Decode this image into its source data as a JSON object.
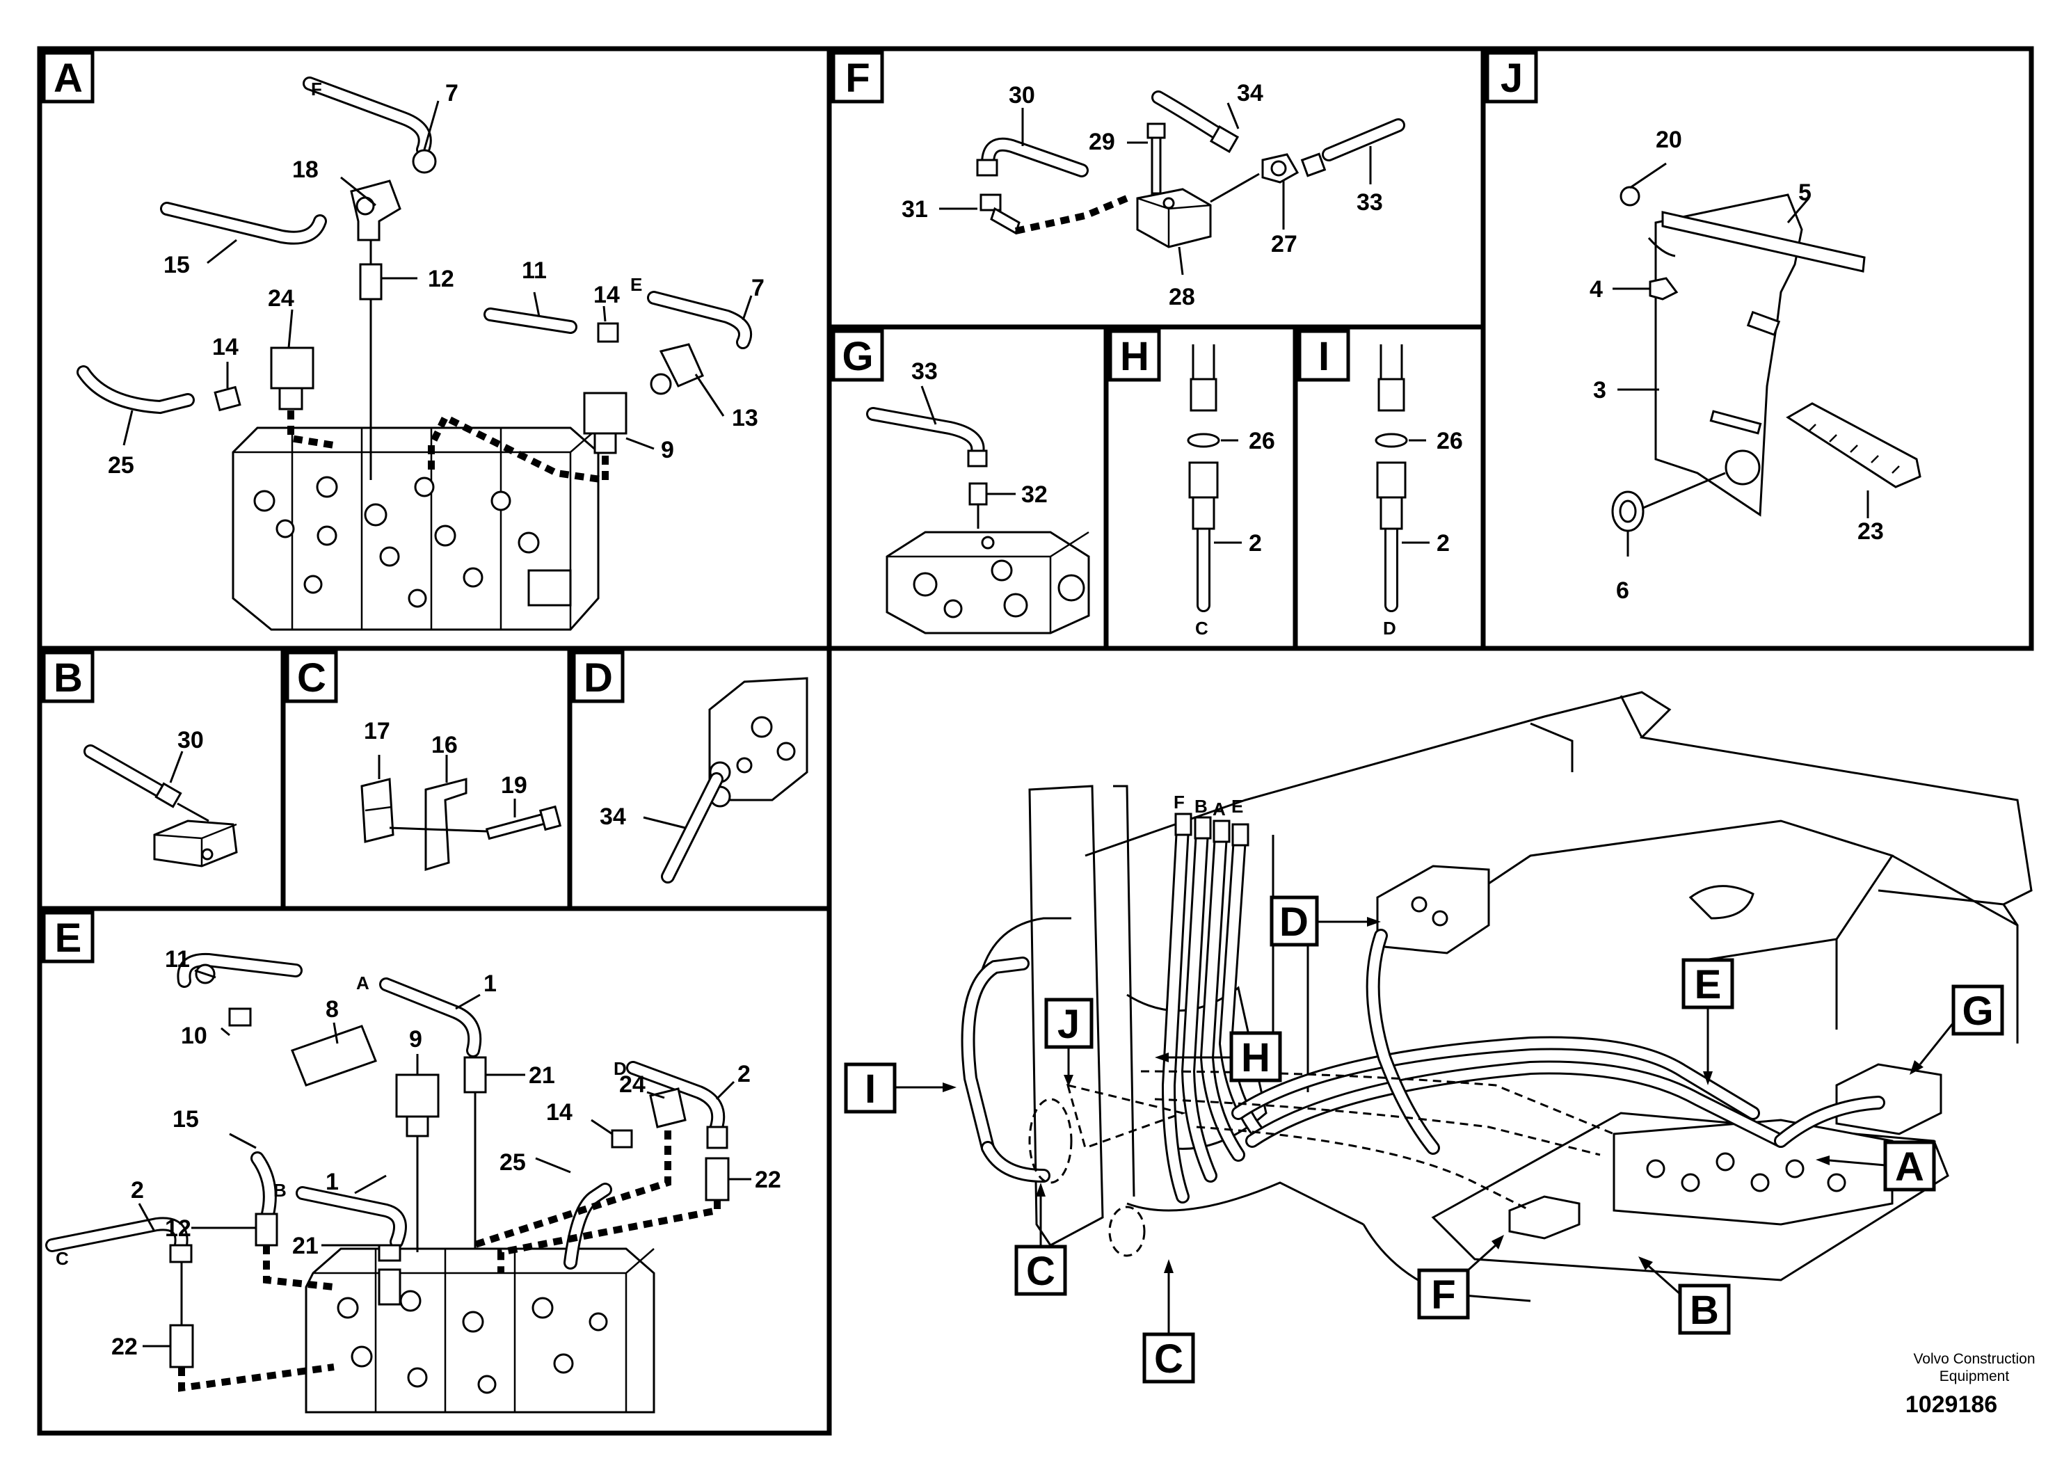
{
  "panels": [
    {
      "id": "A",
      "label": "A"
    },
    {
      "id": "F",
      "label": "F"
    },
    {
      "id": "J",
      "label": "J"
    },
    {
      "id": "G",
      "label": "G"
    },
    {
      "id": "H",
      "label": "H"
    },
    {
      "id": "I",
      "label": "I"
    },
    {
      "id": "B",
      "label": "B"
    },
    {
      "id": "C",
      "label": "C"
    },
    {
      "id": "D",
      "label": "D"
    },
    {
      "id": "E",
      "label": "E"
    }
  ],
  "panel_A": {
    "hose_letters": {
      "f": "F",
      "e": "E"
    },
    "callouts": {
      "p7a": "7",
      "p18": "18",
      "p15": "15",
      "p12": "12",
      "p11": "11",
      "p14a": "14",
      "p7b": "7",
      "p24": "24",
      "p14b": "14",
      "p13": "13",
      "p9": "9",
      "p25": "25"
    }
  },
  "panel_F": {
    "callouts": {
      "p30": "30",
      "p34": "34",
      "p29": "29",
      "p31": "31",
      "p27": "27",
      "p33": "33",
      "p28": "28"
    }
  },
  "panel_J": {
    "callouts": {
      "p20": "20",
      "p5": "5",
      "p4": "4",
      "p3": "3",
      "p23": "23",
      "p6": "6"
    }
  },
  "panel_G": {
    "callouts": {
      "p33": "33",
      "p32": "32"
    }
  },
  "panel_H": {
    "callouts": {
      "p26": "26",
      "p2": "2"
    },
    "hose_letter": "C"
  },
  "panel_I": {
    "callouts": {
      "p26": "26",
      "p2": "2"
    },
    "hose_letter": "D"
  },
  "panel_B": {
    "callouts": {
      "p30": "30"
    }
  },
  "panel_C": {
    "callouts": {
      "p17": "17",
      "p16": "16",
      "p19": "19"
    }
  },
  "panel_D": {
    "callouts": {
      "p34": "34"
    }
  },
  "panel_E": {
    "hose_letters": {
      "a": "A",
      "d": "D",
      "b": "B",
      "c": "C"
    },
    "callouts": {
      "p11": "11",
      "p1a": "1",
      "p8": "8",
      "p9": "9",
      "p2a": "2",
      "p10": "10",
      "p21a": "21",
      "p24": "24",
      "p15": "15",
      "p14": "14",
      "p22a": "22",
      "p2b": "2",
      "p1b": "1",
      "p25": "25",
      "p12": "12",
      "p21b": "21",
      "p22b": "22"
    }
  },
  "overview": {
    "hose_letters": {
      "f": "F",
      "b": "B",
      "a": "A",
      "e": "E"
    },
    "tags": {
      "D": "D",
      "J": "J",
      "H": "H",
      "I": "I",
      "E": "E",
      "G": "G",
      "A": "A",
      "C1": "C",
      "C2": "C",
      "F": "F",
      "B": "B"
    }
  },
  "footer": {
    "maker_line1": "Volvo Construction",
    "maker_line2": "Equipment",
    "doc_number": "1029186"
  }
}
